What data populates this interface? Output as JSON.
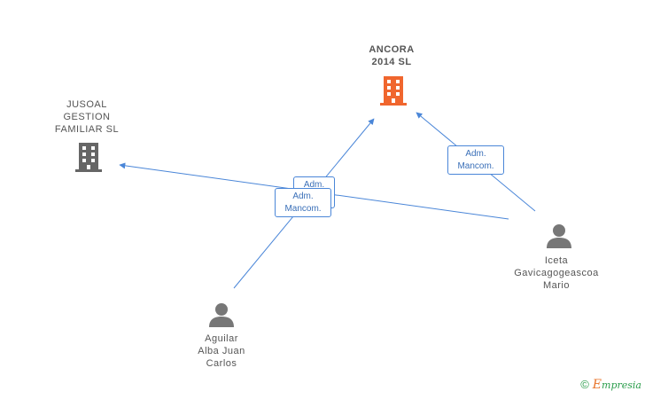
{
  "companies": {
    "main": {
      "name_line1": "ANCORA",
      "name_line2": "2014  SL",
      "color": "#f0662e"
    },
    "other": {
      "name_line1": "JUSOAL",
      "name_line2": "GESTION",
      "name_line3": "FAMILIAR  SL",
      "color": "#666666"
    }
  },
  "persons": {
    "iceta": {
      "line1": "Iceta",
      "line2": "Gavicagogeascoa",
      "line3": "Mario"
    },
    "aguilar": {
      "line1": "Aguilar",
      "line2": "Alba Juan",
      "line3": "Carlos"
    }
  },
  "relations": {
    "role_line1": "Adm.",
    "role_line2": "Mancom.",
    "line_color": "#4a86d8"
  },
  "watermark": {
    "symbol": "©",
    "brand_initial": "E",
    "brand_rest": "mpresia"
  }
}
